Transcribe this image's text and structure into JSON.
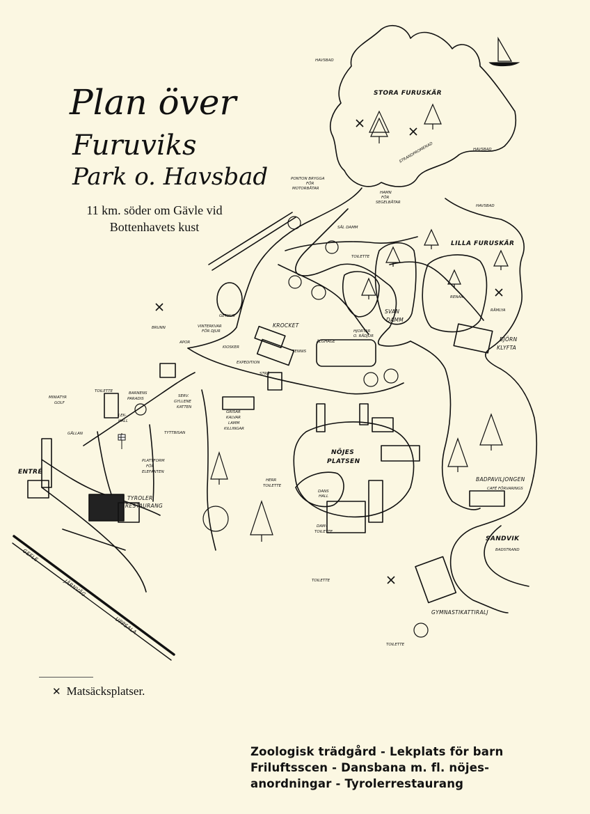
{
  "title": {
    "line1": "Plan över",
    "line2": "Furuviks",
    "line3": "Park o. Havsbad"
  },
  "subtitle": {
    "line1": "11 km. söder om Gävle vid",
    "line2": "Bottenhavets kust"
  },
  "legend": {
    "marker": "✕",
    "label": "Matsäcksplatser."
  },
  "promo": {
    "line1": "Zoologisk trädgård - Lekplats för barn",
    "line2": "Friluftsscen - Dansbana m. fl. nöjes-",
    "line3": "anordningar - Tyrolerrestaurang"
  },
  "map_labels": {
    "havsbad_top": "HAVSBAD",
    "stora_furuskar": "STORA FURUSKÄR",
    "havsbad_right": "HAVSBAD",
    "havsbad_mid": "HAVSBAD",
    "ponton_1": "PONTON BRYGGA",
    "ponton_2": "FÖR",
    "ponton_3": "MOTORBÅTAR",
    "hamn_1": "HAMN",
    "hamn_2": "FÖR",
    "hamn_3": "SEGELBÅTAR",
    "strand": "STRANDPROMENAD",
    "salt_damm": "SÄL DAMM",
    "toilette_1": "TOILETTE",
    "lilla_furuskar": "LILLA FURUSKÄR",
    "renar": "RENAR",
    "ramlya": "RÄMLYA",
    "bjorn_1": "BJÖRN",
    "bjorn_2": "KLYFTA",
    "svan_1": "SVAN",
    "svan_2": "DAMM",
    "gethus": "GETHUS",
    "brunn": "BRUNN",
    "vinterkvarter_1": "VINTERKVAR",
    "vinterkvarter_2": "FÖR DJUR",
    "apor": "APOR",
    "krocket": "KROCKET",
    "tennis": "TENNIS",
    "alghage": "ÄLGHAGE",
    "hjortar_1": "HJORTAR",
    "hjortar_2": "O. RÅDJUR",
    "kiosk": "KIOSKER",
    "expedition": "EXPEDITION",
    "stra": "STRÅ",
    "toilette_2": "TOILETTE",
    "miniatyr_1": "MINIATYR",
    "miniatyr_2": "GOLF",
    "barnens_1": "BARNENS",
    "barnens_2": "PARADIS",
    "ser_1": "SERV.",
    "ser_2": "GYLLENE",
    "ser_3": "KATTEN",
    "grisar_1": "GRISAR",
    "grisar_2": "KALVAR",
    "grisar_3": "LAMM",
    "grisar_4": "KILLINGAR",
    "lekhall_1": "LEK-",
    "lekhall_2": "HALL",
    "gaellan": "GÅLLAN",
    "tyttbisan": "TYTTBISAN",
    "plattform_1": "PLATTFORM",
    "plattform_2": "FÖR",
    "plattform_3": "ELEFANTEN",
    "entre": "ENTRÉ",
    "tyroler_1": "TYROLER",
    "tyroler_2": "RESTAURANG",
    "nojes_1": "NÖJES",
    "nojes_2": "PLATSEN",
    "herr_1": "HERR",
    "herr_2": "TOILETTE",
    "dans_1": "DANS",
    "dans_2": "HALL",
    "dam_1": "DAM-",
    "dam_2": "TOILETTE",
    "badpaviljongen": "BADPAVILJONGEN",
    "cafe": "CAFÉ FÖRVARINGS",
    "sandvik": "SANDVIK",
    "badstrand": "BADSTRAND",
    "toilette_3": "TOILETTE",
    "gymnastik": "GYMNASTIKATTIRALJ",
    "toilette_4": "TOILETTE",
    "gefle": "GEFLE",
    "jarnvag": "JÄRNVÄG",
    "uppsala": "UPPSALA"
  },
  "icons": [
    "picnic-marker-icon",
    "tree-icon",
    "sailboat-icon",
    "flag-icon"
  ]
}
